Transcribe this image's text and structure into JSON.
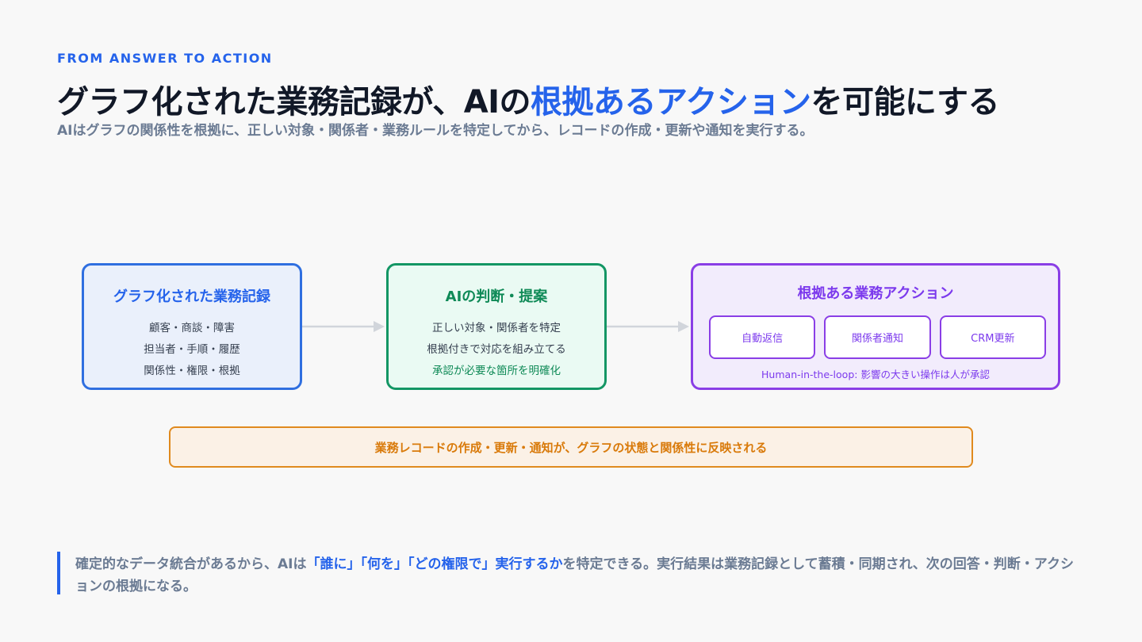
{
  "header": {
    "eyebrow": "FROM ANSWER TO ACTION",
    "title_pre": "グラフ化された業務記録が、AIの",
    "title_accent": "根拠あるアクション",
    "title_post": "を可能にする",
    "subtitle": "AIはグラフの関係性を根拠に、正しい対象・関係者・業務ルールを特定してから、レコードの作成・更新や通知を実行する。"
  },
  "records_box": {
    "title": "グラフ化された業務記録",
    "items": [
      "顧客・商談・障害",
      "担当者・手順・履歴",
      "関係性・権限・根拠"
    ]
  },
  "ai_box": {
    "title": "AIの判断・提案",
    "items": [
      "正しい対象・関係者を特定",
      "根拠付きで対応を組み立てる",
      "承認が必要な箇所を明確化"
    ]
  },
  "actions_box": {
    "title": "根拠ある業務アクション",
    "chips": [
      "自動返信",
      "関係者通知",
      "CRM更新"
    ],
    "note": "Human-in-the-loop: 影響の大きい操作は人が承認"
  },
  "feedback": "業務レコードの作成・更新・通知が、グラフの状態と関係性に反映される",
  "footer": {
    "pre": "確定的なデータ統合があるから、AIは",
    "emphasis": "「誰に」「何を」「どの権限で」実行するか",
    "post": "を特定できる。実行結果は業務記録として蓄積・同期され、次の回答・判断・アクションの根拠になる。"
  },
  "colors": {
    "accent_blue": "#2563eb",
    "green": "#0f8a57",
    "purple": "#7c3aed",
    "orange": "#d97a0a",
    "arrow": "#d1d5db"
  }
}
